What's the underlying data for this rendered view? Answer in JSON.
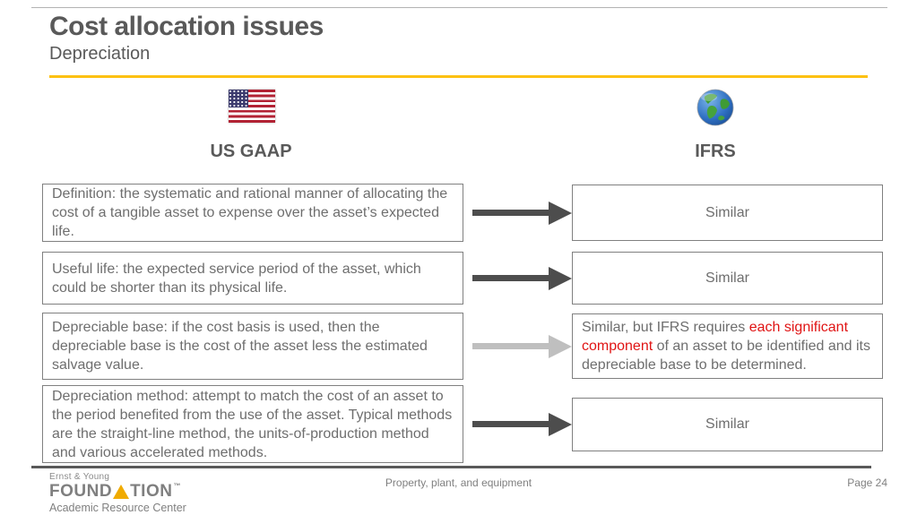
{
  "slide": {
    "title": "Cost allocation issues",
    "subtitle": "Depreciation"
  },
  "columns": {
    "left_header": "US GAAP",
    "right_header": "IFRS",
    "left_icon": "us-flag-icon",
    "right_icon": "globe-icon"
  },
  "rows": [
    {
      "gaap": "Definition: the systematic and rational manner of allocating the cost of a tangible asset to expense over the asset’s expected life.",
      "ifrs": "Similar",
      "arrow": "dark"
    },
    {
      "gaap": "Useful life:  the expected service period of the asset, which could be shorter than its physical life.",
      "ifrs": "Similar",
      "arrow": "dark"
    },
    {
      "gaap": "Depreciable base: if the cost basis is used, then the depreciable base is the cost of the asset less the estimated salvage value.",
      "ifrs_pre": "Similar, but IFRS requires ",
      "ifrs_red": "each significant component",
      "ifrs_post": " of an asset to be identified and its depreciable base to be determined.",
      "arrow": "light"
    },
    {
      "gaap": "Depreciation method:  attempt to match the cost of an asset to the period benefited from the use of the asset. Typical methods are the straight-line method, the units-of-production method and various accelerated methods.",
      "ifrs": "Similar",
      "arrow": "dark"
    }
  ],
  "footer": {
    "brand_top": "Ernst & Young",
    "brand_main_left": "FOUND",
    "brand_main_right": "TION",
    "brand_tm": "™",
    "brand_sub": "Academic Resource Center",
    "center_text": "Property, plant, and equipment",
    "page_label": "Page 24"
  },
  "colors": {
    "accent_yellow": "#FDC110",
    "title_gray": "#595959",
    "body_gray": "#6E6E6E",
    "highlight_red": "#E01414",
    "arrow_dark": "#4D4D4D",
    "arrow_light": "#BFBFBF",
    "brand_triangle_gold": "#F0AB00"
  }
}
